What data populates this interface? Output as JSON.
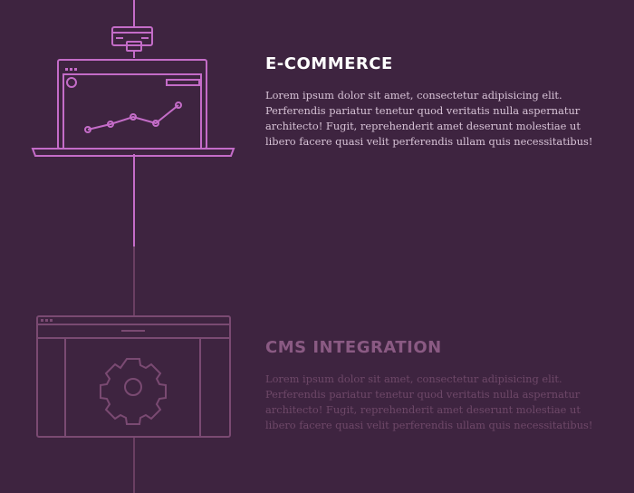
{
  "sections": [
    {
      "title": "E-COMMERCE",
      "body": "Lorem ipsum dolor sit amet, consectetur adipisicing elit. Perferendis pariatur tenetur quod veritatis nulla aspernatur architecto! Fugit, reprehenderit amet deserunt molestiae ut libero facere quasi velit perferendis ullam quis necessitatibus!",
      "icon": "laptop-chart-icon",
      "active": true
    },
    {
      "title": "CMS INTEGRATION",
      "body": "Lorem ipsum dolor sit amet, consectetur adipisicing elit. Perferendis pariatur tenetur quod veritatis nulla aspernatur architecto! Fugit, reprehenderit amet deserunt molestiae ut libero facere quasi velit perferendis ullam quis necessitatibus!",
      "icon": "browser-gear-icon",
      "active": false
    }
  ],
  "colors": {
    "background": "#3e2440",
    "active_accent": "#c46cc8",
    "inactive_accent": "#7a4a72",
    "active_title": "#ffffff",
    "inactive_title": "#8a5a83"
  }
}
